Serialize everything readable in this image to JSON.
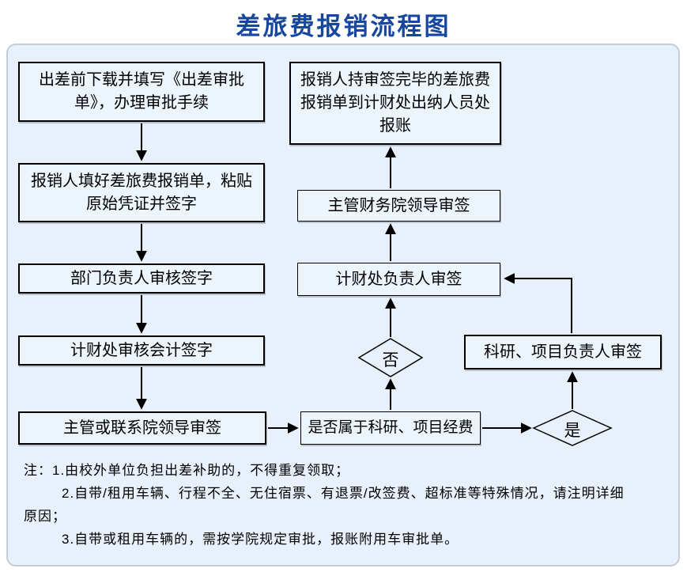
{
  "title": "差旅费报销流程图",
  "flow": {
    "step_download": "出差前下载并填写《出差审批单》，办理审批手续",
    "step_fill_form": "报销人填好差旅费报销单，粘贴原始凭证并签字",
    "step_dept_leader_sign": "部门负责人审核签字",
    "step_finance_accountant_sign": "计财处审核会计签字",
    "step_college_leader_sign": "主管或联系院领导审签",
    "step_is_project_fund": "是否属于科研、项目经费",
    "decision_no": "否",
    "decision_yes": "是",
    "step_project_leader_sign": "科研、项目负责人审签",
    "step_finance_head_sign": "计财处负责人审签",
    "step_finance_college_leader_sign": "主管财务院领导审签",
    "step_submit_cashier": "报销人持审签完毕的差旅费报销单到计财处出纳人员处报账"
  },
  "notes": {
    "line1": "注：1.由校外单位负担出差补助的，不得重复领取；",
    "line2": "2.自带/租用车辆、行程不全、无住宿票、有退票/改签费、超标准等特殊情况，请注明详细",
    "line3": "原因；",
    "line4": "3.自带或租用车辆的，需按学院规定审批，报账附用车审批单。"
  },
  "colors": {
    "title_text": "#17469e",
    "panel_background": "#e8f1fb",
    "panel_border": "#c3cdd6",
    "node_border": "#000000",
    "connector": "#000000"
  }
}
